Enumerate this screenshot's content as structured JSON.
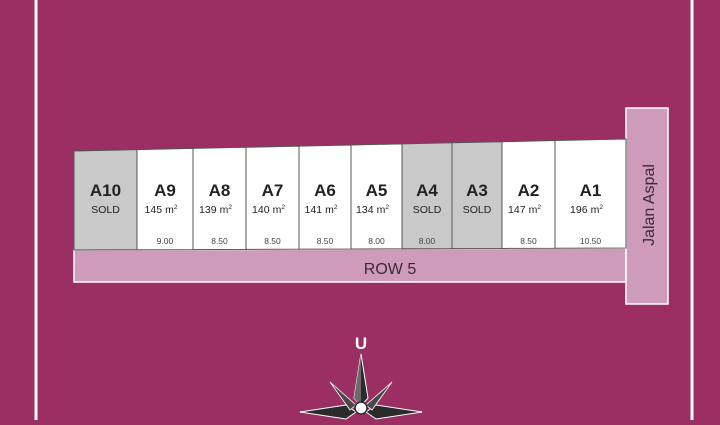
{
  "plots": [
    {
      "id": "A10",
      "status": "SOLD",
      "area": "",
      "frontage": "",
      "sold": true
    },
    {
      "id": "A9",
      "status": "",
      "area": "145",
      "frontage": "9.00",
      "sold": false
    },
    {
      "id": "A8",
      "status": "",
      "area": "139",
      "frontage": "8.50",
      "sold": false
    },
    {
      "id": "A7",
      "status": "",
      "area": "140",
      "frontage": "8.50",
      "sold": false
    },
    {
      "id": "A6",
      "status": "",
      "area": "141",
      "frontage": "8.50",
      "sold": false
    },
    {
      "id": "A5",
      "status": "",
      "area": "134",
      "frontage": "8.00",
      "sold": false
    },
    {
      "id": "A4",
      "status": "SOLD",
      "area": "",
      "frontage": "8.00",
      "sold": true
    },
    {
      "id": "A3",
      "status": "SOLD",
      "area": "",
      "frontage": "",
      "sold": true
    },
    {
      "id": "A2",
      "status": "",
      "area": "147",
      "frontage": "8.50",
      "sold": false
    },
    {
      "id": "A1",
      "status": "",
      "area": "196",
      "frontage": "10.50",
      "sold": false
    }
  ],
  "area_unit": "m",
  "area_unit_sup": "2",
  "road_row": "ROW 5",
  "road_main": "Jalan Aspal",
  "compass_label": "U",
  "colors": {
    "background": "#9b2f64",
    "road": "#cf9bbb",
    "plot": "#ffffff",
    "sold": "#c9c9c9",
    "text": "#222222"
  }
}
